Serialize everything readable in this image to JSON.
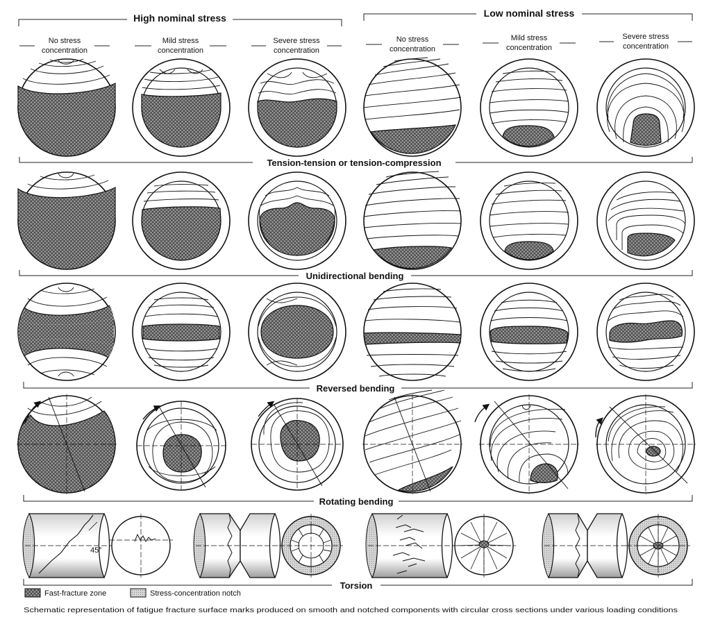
{
  "groups": {
    "high": "High nominal stress",
    "low": "Low nominal stress"
  },
  "columns": [
    {
      "line1": "No stress",
      "line2": "concentration"
    },
    {
      "line1": "Mild stress",
      "line2": "concentration"
    },
    {
      "line1": "Severe stress",
      "line2": "concentration"
    },
    {
      "line1": "No stress",
      "line2": "concentration"
    },
    {
      "line1": "Mild stress",
      "line2": "concentration"
    },
    {
      "line1": "Severe stress",
      "line2": "concentration"
    }
  ],
  "bands": {
    "tension": "Tension-tension or tension-compression",
    "unidirectional": "Unidirectional bending",
    "reversed": "Reversed bending",
    "rotating": "Rotating bending",
    "torsion": "Torsion"
  },
  "angle_label": "45°",
  "legend": {
    "fast_fracture": "Fast-fracture zone",
    "notch": "Stress-concentration notch"
  },
  "caption": "Schematic representation of fatigue fracture surface marks produced on smooth and notched components with circular cross sections under various loading conditions"
}
